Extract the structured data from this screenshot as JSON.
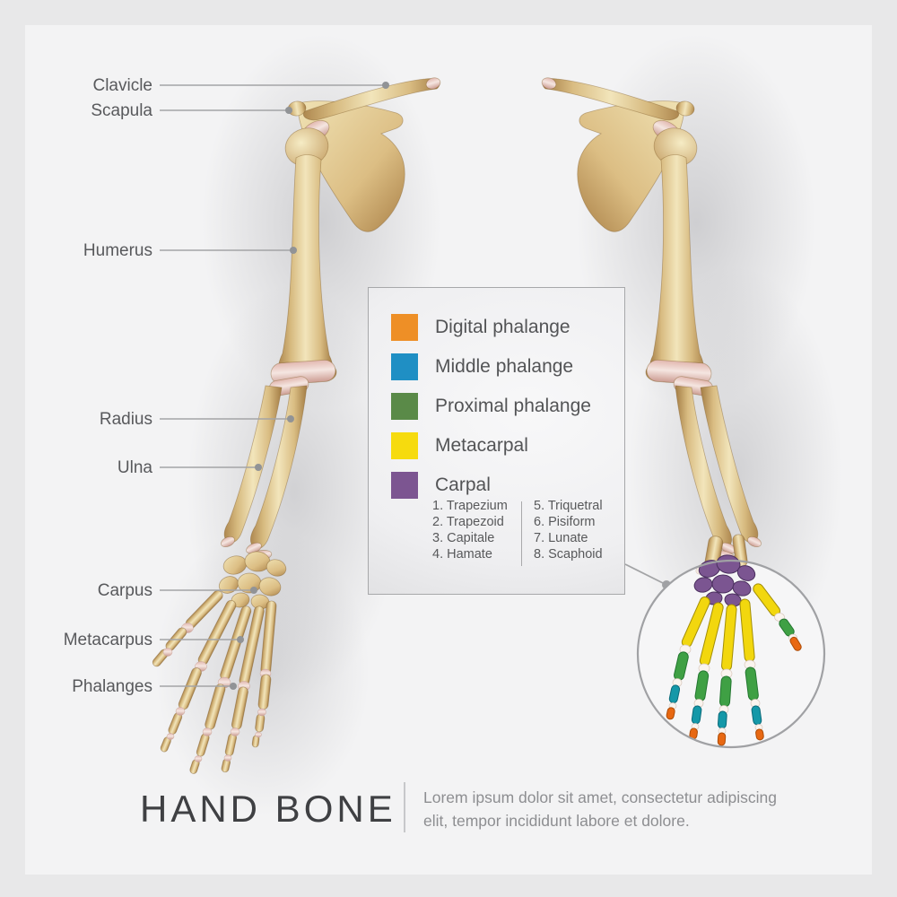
{
  "page": {
    "title": "HAND BONE",
    "subtitle_line1": "Lorem ipsum dolor sit amet, consectetur adipiscing",
    "subtitle_line2": "elit, tempor incididunt labore et dolore."
  },
  "anatomy_labels": [
    "Clavicle",
    "Scapula",
    "Humerus",
    "Radius",
    "Ulna",
    "Carpus",
    "Metacarpus",
    "Phalanges"
  ],
  "legend": {
    "items": [
      {
        "label": "Digital phalange",
        "color": "#EE8F26"
      },
      {
        "label": "Middle phalange",
        "color": "#1F8FC4"
      },
      {
        "label": "Proximal phalange",
        "color": "#5A8A48"
      },
      {
        "label": "Metacarpal",
        "color": "#F6DB0E"
      },
      {
        "label": "Carpal",
        "color": "#7C5591"
      }
    ],
    "carpal_list_left": [
      "1. Trapezium",
      "2. Trapezoid",
      "3. Capitale",
      "4. Hamate"
    ],
    "carpal_list_right": [
      "5. Triquetral",
      "6. Pisiform",
      "7. Lunate",
      "8. Scaphoid"
    ]
  },
  "hand_colors": {
    "natural_bone": "#E2C68E",
    "carpal": "#7B5591",
    "metacarpal": "#F2D70E",
    "proximal_phalange": "#3FA044",
    "middle_phalange": "#1598A8",
    "distal_phalange": "#E86812"
  }
}
